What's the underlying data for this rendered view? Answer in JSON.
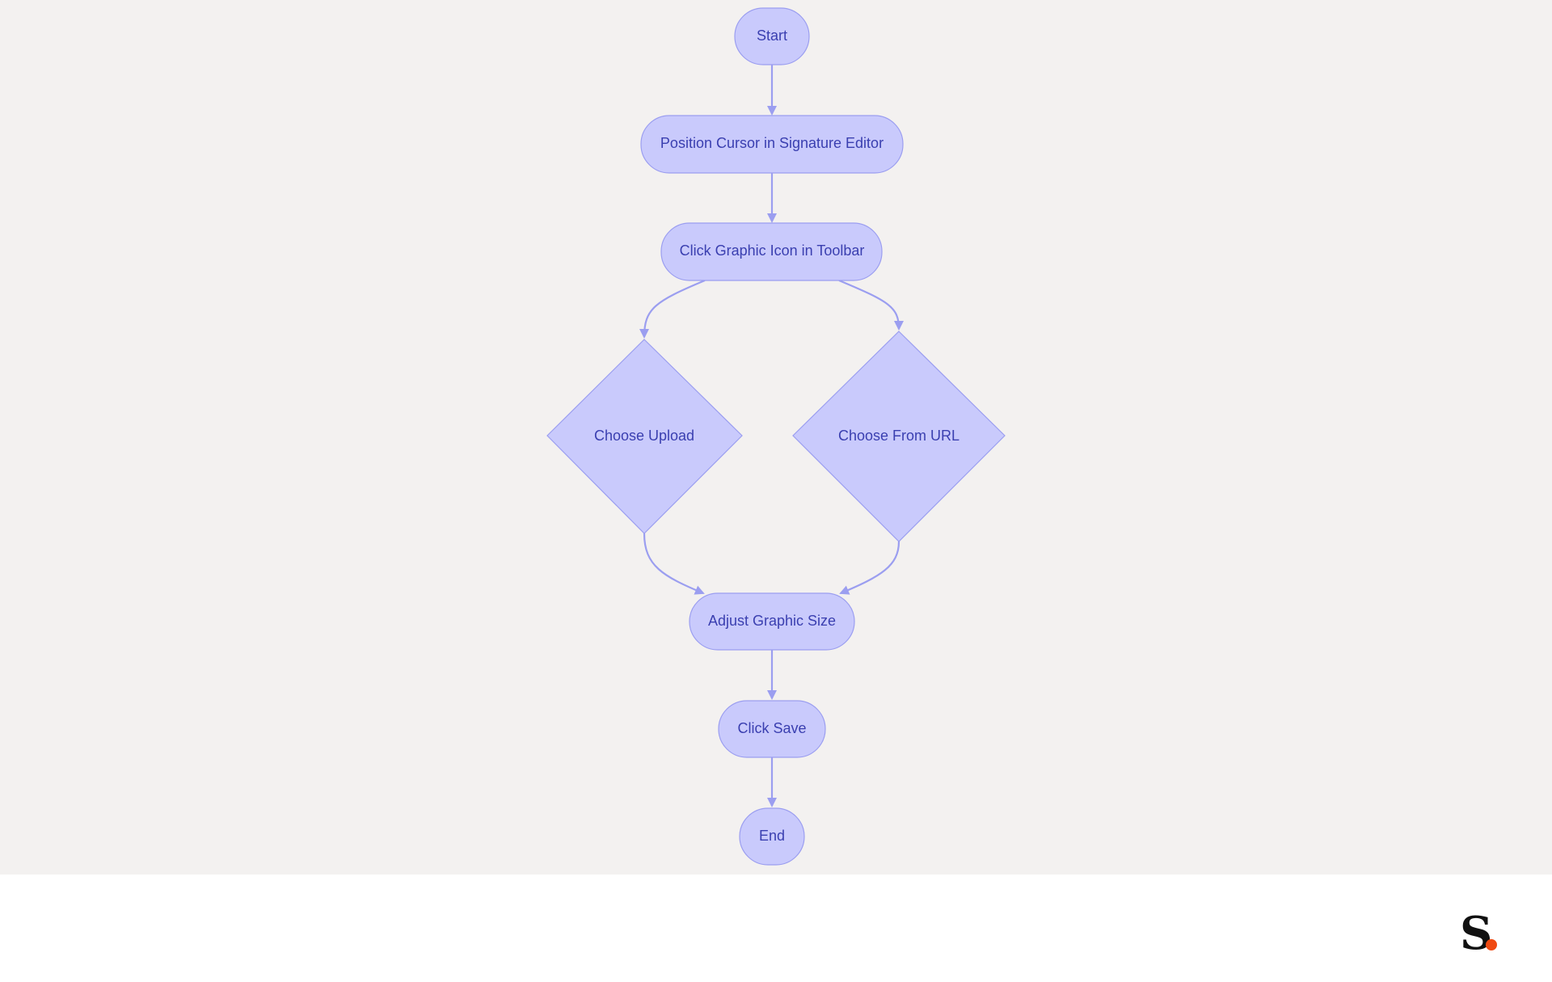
{
  "diagram": {
    "nodes": {
      "start": "Start",
      "position_cursor": "Position Cursor in Signature Editor",
      "click_graphic_icon": "Click Graphic Icon in Toolbar",
      "choose_upload": "Choose Upload",
      "choose_from_url": "Choose From URL",
      "adjust_size": "Adjust Graphic Size",
      "click_save": "Click Save",
      "end": "End"
    },
    "edges": [
      {
        "from": "start",
        "to": "position_cursor"
      },
      {
        "from": "position_cursor",
        "to": "click_graphic_icon"
      },
      {
        "from": "click_graphic_icon",
        "to": "choose_upload"
      },
      {
        "from": "click_graphic_icon",
        "to": "choose_from_url"
      },
      {
        "from": "choose_upload",
        "to": "adjust_size"
      },
      {
        "from": "choose_from_url",
        "to": "adjust_size"
      },
      {
        "from": "adjust_size",
        "to": "click_save"
      },
      {
        "from": "click_save",
        "to": "end"
      }
    ]
  },
  "colors": {
    "canvas_background": "#f3f1f0",
    "node_fill": "#c9cafc",
    "node_stroke": "#9b9ef0",
    "edge": "#9b9ef0",
    "text": "#3a3fb0",
    "logo_dot": "#f04a12"
  },
  "logo": {
    "letter": "S",
    "icon": "dot-icon"
  }
}
